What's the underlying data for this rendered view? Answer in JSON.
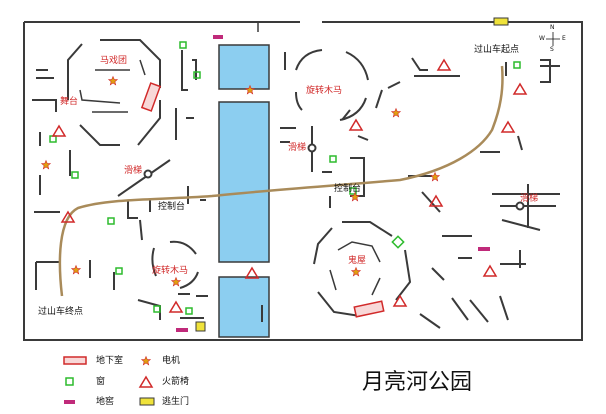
{
  "title": "月亮河公园",
  "labels": {
    "circus": "马戏团",
    "clown": "舞台",
    "carousel_top": "旋转木马",
    "carousel_bottom": "旋转木马",
    "slide_left": "滑梯",
    "slide_middle": "滑梯",
    "slide_right": "滑梯",
    "control_left": "控制台",
    "control_right": "控制台",
    "haunted_house": "鬼屋",
    "coaster_start": "过山车起点",
    "coaster_end": "过山车终点"
  },
  "compass": {
    "n": "N",
    "s": "S",
    "w": "W",
    "e": "E"
  },
  "legend": {
    "basement": "地下室",
    "motor": "电机",
    "window": "窗",
    "rocket_chair": "火箭椅",
    "cellar": "地窖",
    "exit_gate": "逃生门"
  },
  "colors": {
    "water": "#8ccef0",
    "wall": "#3a3a3a",
    "track": "#a98b5a",
    "red": "#d12a2a",
    "window": "#2dbb2d",
    "motor": "#e0a010",
    "cellar": "#c02a7a",
    "exit": "#efe23a",
    "basement_fill": "#f8d8d8"
  }
}
